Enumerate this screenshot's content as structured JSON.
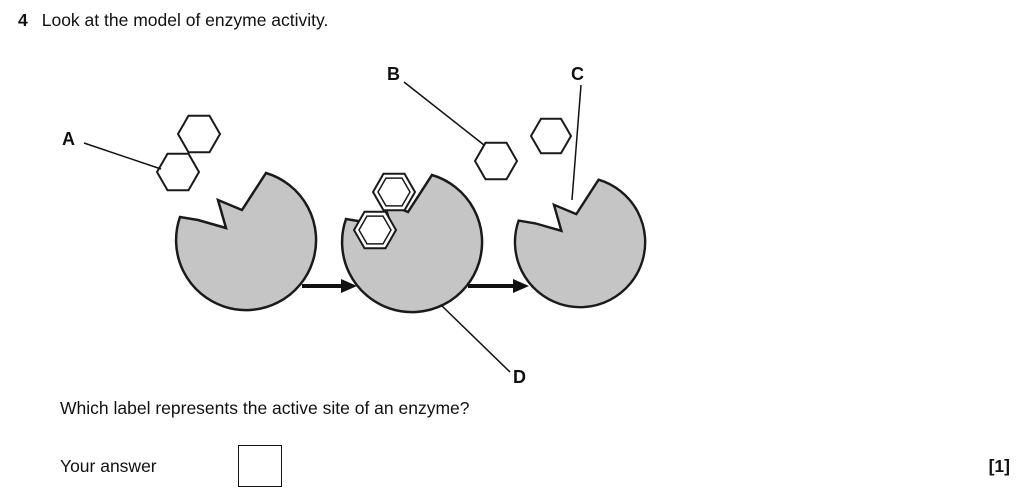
{
  "question": {
    "number": "4",
    "prompt": "Look at the model of enzyme activity.",
    "sub_question": "Which label represents the active site of an enzyme?",
    "answer_label": "Your answer",
    "marks": "[1]"
  },
  "diagram": {
    "labels": {
      "a": "A",
      "b": "B",
      "c": "C",
      "d": "D"
    },
    "colors": {
      "enzyme_fill": "#c5c5c5",
      "outline": "#1a1a1a"
    }
  }
}
